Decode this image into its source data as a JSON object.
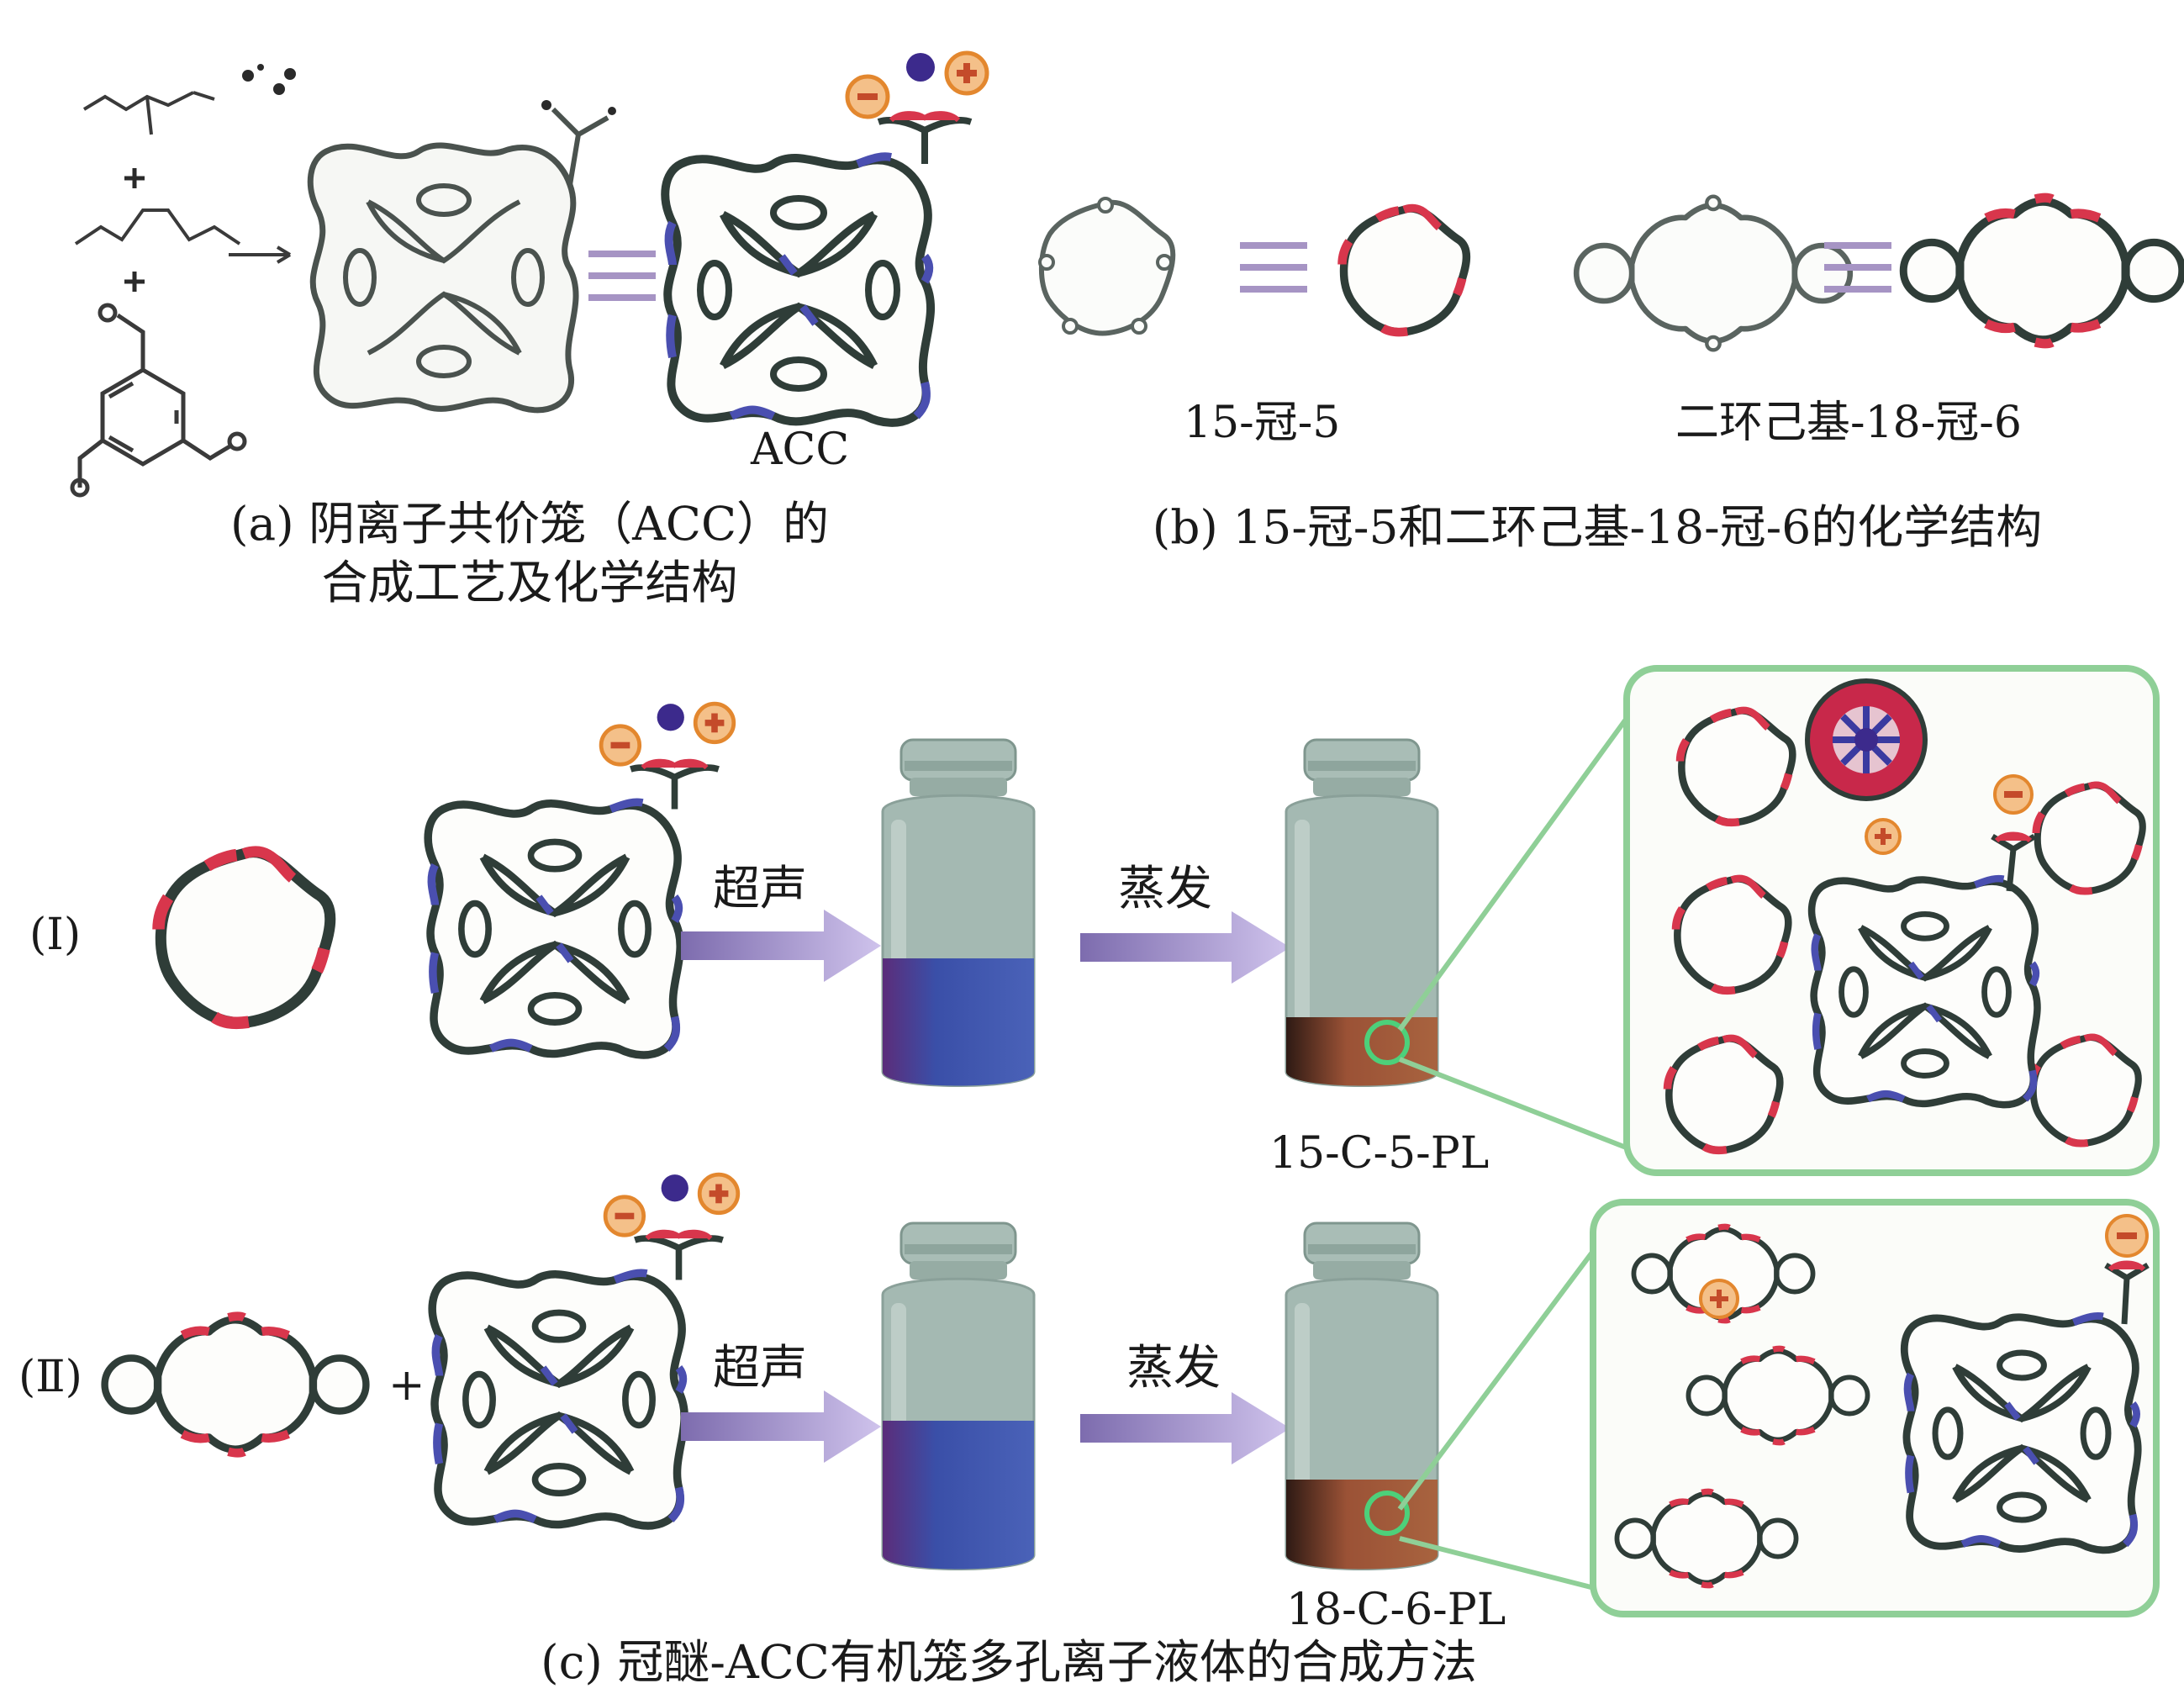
{
  "panel_a": {
    "product_label": "ACC",
    "caption_line1": "(a) 阴离子共价笼（ACC）的",
    "caption_line2": "合成工艺及化学结构"
  },
  "panel_b": {
    "label_left": "15-冠-5",
    "label_right": "二环己基-18-冠-6",
    "caption": "(b) 15-冠-5和二环己基-18-冠-6的化学结构"
  },
  "panel_c": {
    "row1": {
      "roman": "(Ⅰ)",
      "step1": "超声",
      "step2": "蒸发",
      "product": "15-C-5-PL"
    },
    "row2": {
      "roman": "(Ⅱ)",
      "plus": "+",
      "step1": "超声",
      "step2": "蒸发",
      "product": "18-C-6-PL"
    },
    "caption": "(c) 冠醚-ACC有机笼多孔离子液体的合成方法"
  },
  "colors": {
    "ring": "#2f3d38",
    "oxygen": "#d8364c",
    "nitrogen": "#4a4fb0",
    "arrow": "#b4a4d8",
    "vial_glass": "#9db3ac",
    "liquid_blue": "#3a4fa8",
    "liquid_brown": "#8a4a2e",
    "panel_border": "#8fcf97",
    "cation": "#f0a03a",
    "anion_ball": "#3c2a8c"
  }
}
